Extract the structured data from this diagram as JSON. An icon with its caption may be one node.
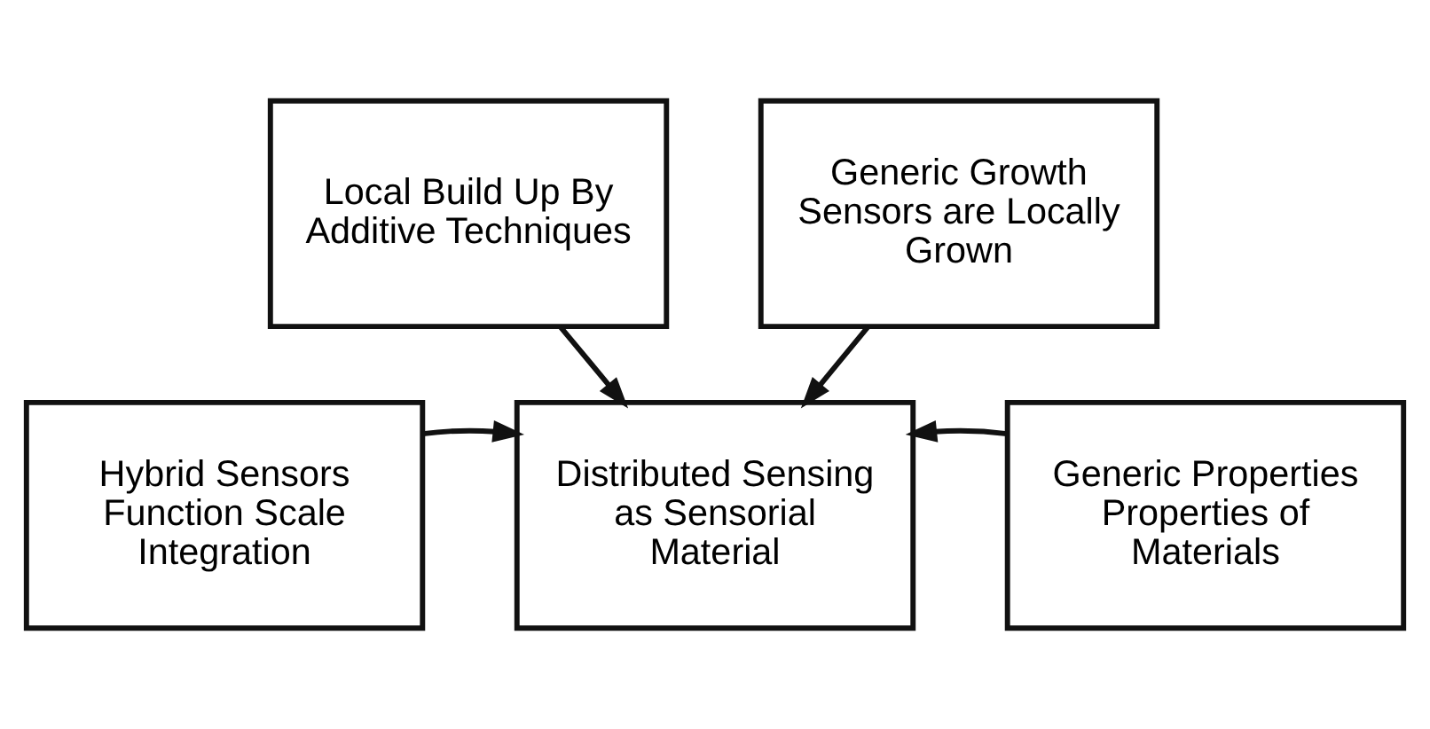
{
  "diagram": {
    "nodes": [
      {
        "text": [
          "Local Build Up By Additive Techniques"
        ]
      },
      {
        "text": [
          "Hybrid Sensors Function Scale Integration"
        ]
      },
      {
        "text": [
          "Distributed Sensing as Sensorial Material"
        ]
      },
      {
        "text": [
          "Generic Properties Properties of Materials"
        ]
      },
      {
        "text": [
          "Generic Growth Sensors are Locally Grown"
        ]
      }
    ],
    "edges": [
      {
        "from": 0,
        "to": 2,
        "arrow": "to"
      },
      {
        "from": 1,
        "to": 2,
        "arrow": "to"
      },
      {
        "from": 3,
        "to": 2,
        "arrow": "to"
      },
      {
        "from": 4,
        "to": 2,
        "arrow": "to"
      }
    ]
  }
}
